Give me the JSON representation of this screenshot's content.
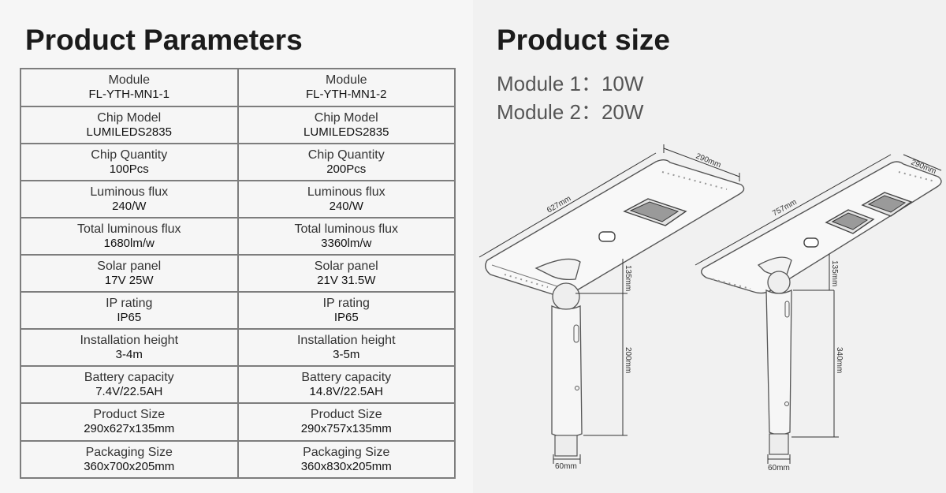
{
  "parameters": {
    "title": "Product Parameters",
    "rows": [
      {
        "label": "Module",
        "values": [
          "FL-YTH-MN1-1",
          "FL-YTH-MN1-2"
        ]
      },
      {
        "label": "Chip Model",
        "values": [
          "LUMILEDS2835",
          "LUMILEDS2835"
        ]
      },
      {
        "label": "Chip Quantity",
        "values": [
          "100Pcs",
          "200Pcs"
        ]
      },
      {
        "label": "Luminous flux",
        "values": [
          "240/W",
          "240/W"
        ]
      },
      {
        "label": "Total luminous flux",
        "values": [
          "1680lm/w",
          "3360lm/w"
        ]
      },
      {
        "label": "Solar panel",
        "values": [
          "17V 25W",
          "21V 31.5W"
        ]
      },
      {
        "label": "IP rating",
        "values": [
          "IP65",
          "IP65"
        ]
      },
      {
        "label": "Installation height",
        "values": [
          "3-4m",
          "3-5m"
        ]
      },
      {
        "label": "Battery capacity",
        "values": [
          "7.4V/22.5AH",
          "14.8V/22.5AH"
        ]
      },
      {
        "label": "Product Size",
        "values": [
          "290x627x135mm",
          "290x757x135mm"
        ]
      },
      {
        "label": "Packaging Size",
        "values": [
          "360x700x205mm",
          "360x830x205mm"
        ]
      }
    ]
  },
  "size": {
    "title": "Product size",
    "module_1": "Module 1：10W",
    "module_2": "Module 2：20W"
  },
  "drawing_1": {
    "width": "290mm",
    "length": "627mm",
    "head_height": "135mm",
    "pole_height": "200mm",
    "diameter": "60mm"
  },
  "drawing_2": {
    "width": "290mm",
    "length": "757mm",
    "head_height": "135mm",
    "pole_height": "340mm",
    "diameter": "60mm"
  }
}
